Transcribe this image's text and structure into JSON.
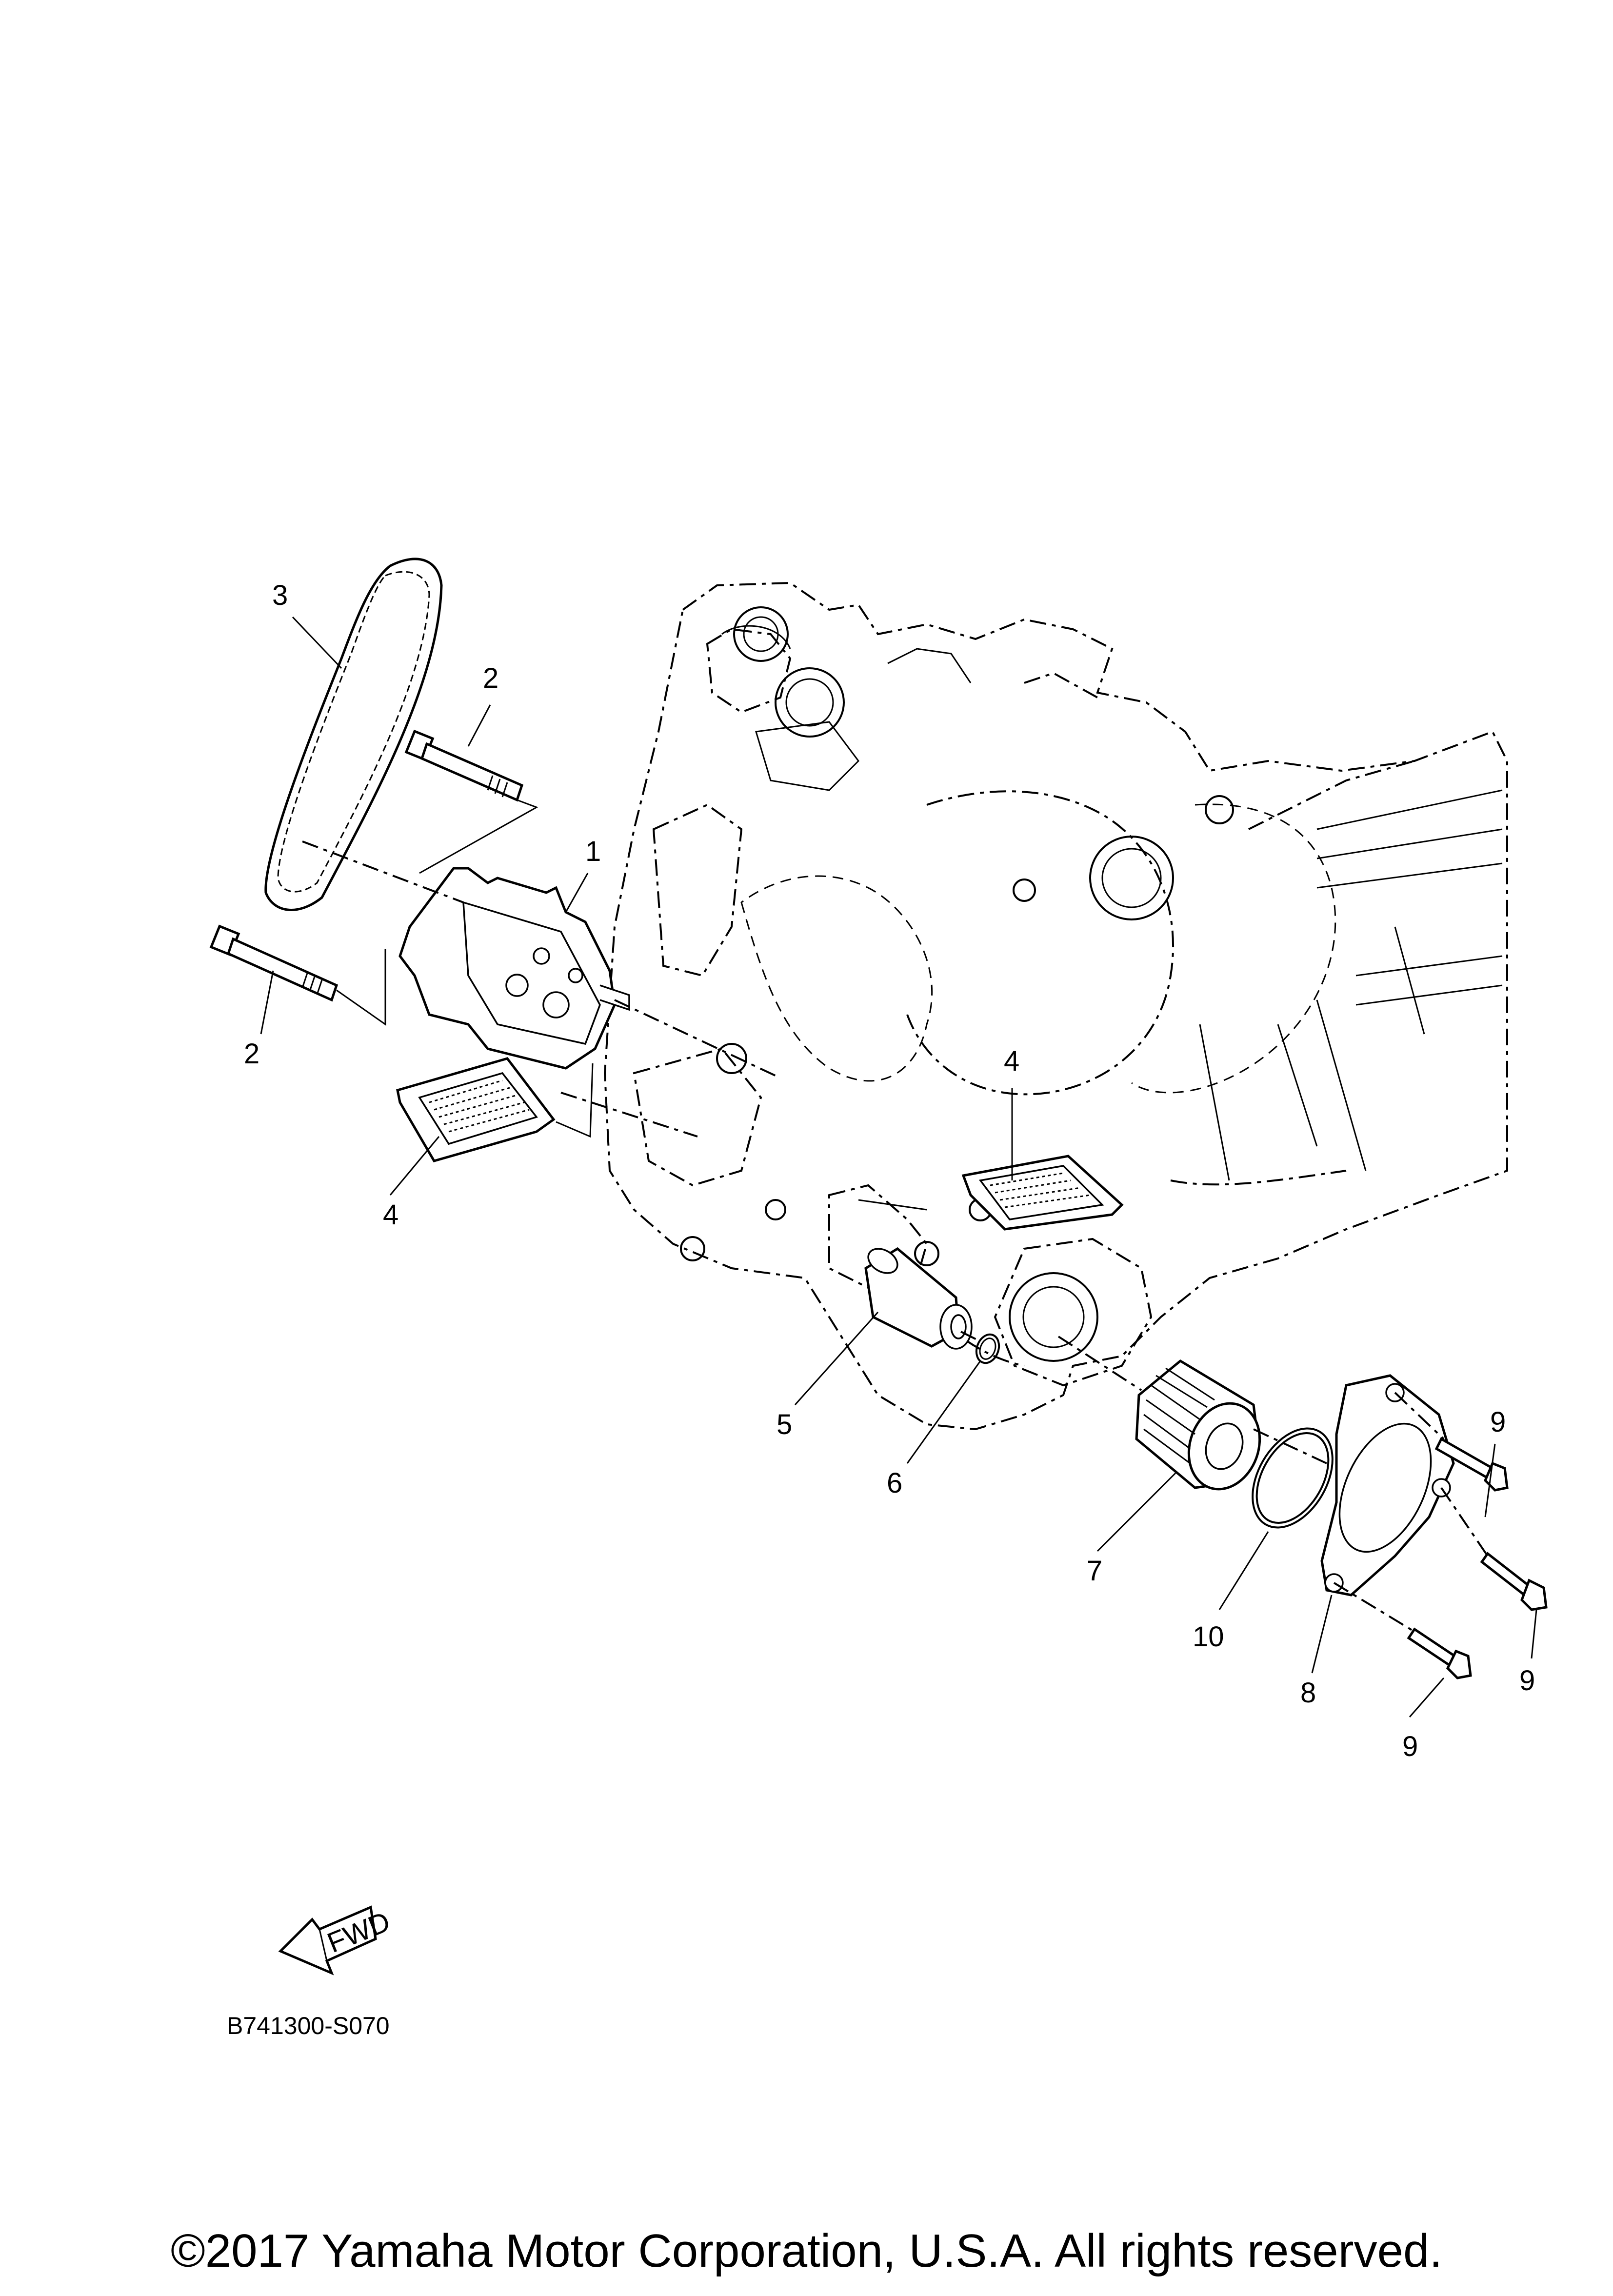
{
  "callouts": [
    {
      "id": "c1",
      "label": "1"
    },
    {
      "id": "c2a",
      "label": "2"
    },
    {
      "id": "c2b",
      "label": "2"
    },
    {
      "id": "c3",
      "label": "3"
    },
    {
      "id": "c4a",
      "label": "4"
    },
    {
      "id": "c4b",
      "label": "4"
    },
    {
      "id": "c5",
      "label": "5"
    },
    {
      "id": "c6",
      "label": "6"
    },
    {
      "id": "c7",
      "label": "7"
    },
    {
      "id": "c8",
      "label": "8"
    },
    {
      "id": "c9a",
      "label": "9"
    },
    {
      "id": "c9b",
      "label": "9"
    },
    {
      "id": "c9c",
      "label": "9"
    },
    {
      "id": "c10",
      "label": "10"
    }
  ],
  "fwd_label": "FWD",
  "diagram_code": "B741300-S070",
  "copyright": "©2017 Yamaha Motor Corporation, U.S.A. All rights reserved."
}
